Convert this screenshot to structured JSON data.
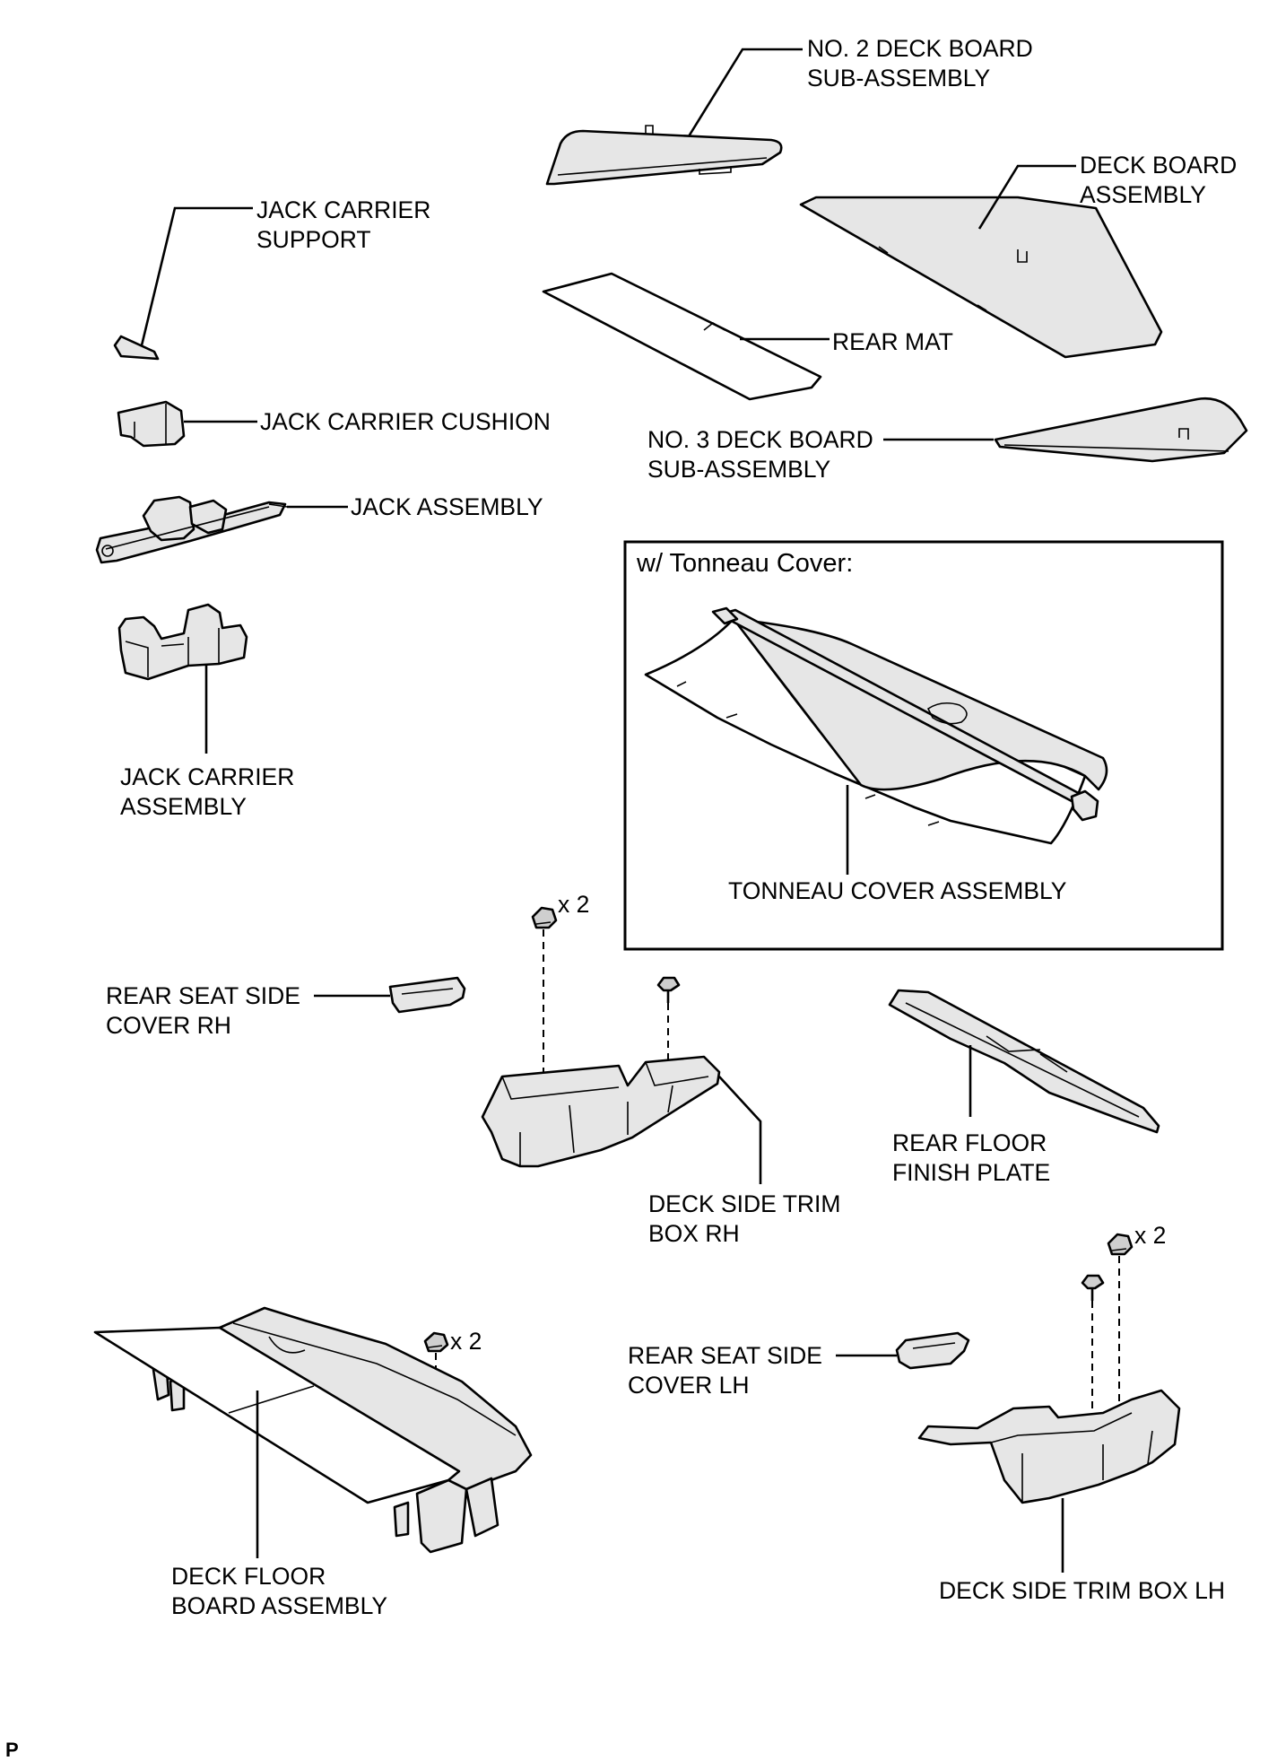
{
  "labels": {
    "no2_deck_board": [
      "NO. 2 DECK BOARD",
      "SUB-ASSEMBLY"
    ],
    "deck_board_assembly": [
      "DECK BOARD",
      "ASSEMBLY"
    ],
    "jack_carrier_support": [
      "JACK CARRIER",
      "SUPPORT"
    ],
    "rear_mat": "REAR MAT",
    "jack_carrier_cushion": "JACK CARRIER CUSHION",
    "no3_deck_board": [
      "NO. 3 DECK BOARD",
      "SUB-ASSEMBLY"
    ],
    "jack_assembly": "JACK ASSEMBLY",
    "tonneau_box_title": "w/ Tonneau Cover:",
    "jack_carrier_assembly": [
      "JACK CARRIER",
      "ASSEMBLY"
    ],
    "tonneau_cover_assembly": "TONNEAU COVER ASSEMBLY",
    "rear_seat_side_cover_rh": [
      "REAR SEAT SIDE",
      "COVER RH"
    ],
    "rear_floor_finish_plate": [
      "REAR FLOOR",
      "FINISH PLATE"
    ],
    "deck_side_trim_box_rh": [
      "DECK SIDE TRIM",
      "BOX RH"
    ],
    "rear_seat_side_cover_lh": [
      "REAR SEAT SIDE",
      "COVER LH"
    ],
    "deck_floor_board_assembly": [
      "DECK FLOOR",
      "BOARD ASSEMBLY"
    ],
    "deck_side_trim_box_lh": "DECK SIDE TRIM BOX LH",
    "qty_x2": "x 2",
    "page_marker": "P"
  },
  "icons": {
    "clip": "clip-nut-icon",
    "screw": "screw-icon"
  },
  "colors": {
    "line": "#000000",
    "background": "#ffffff"
  }
}
